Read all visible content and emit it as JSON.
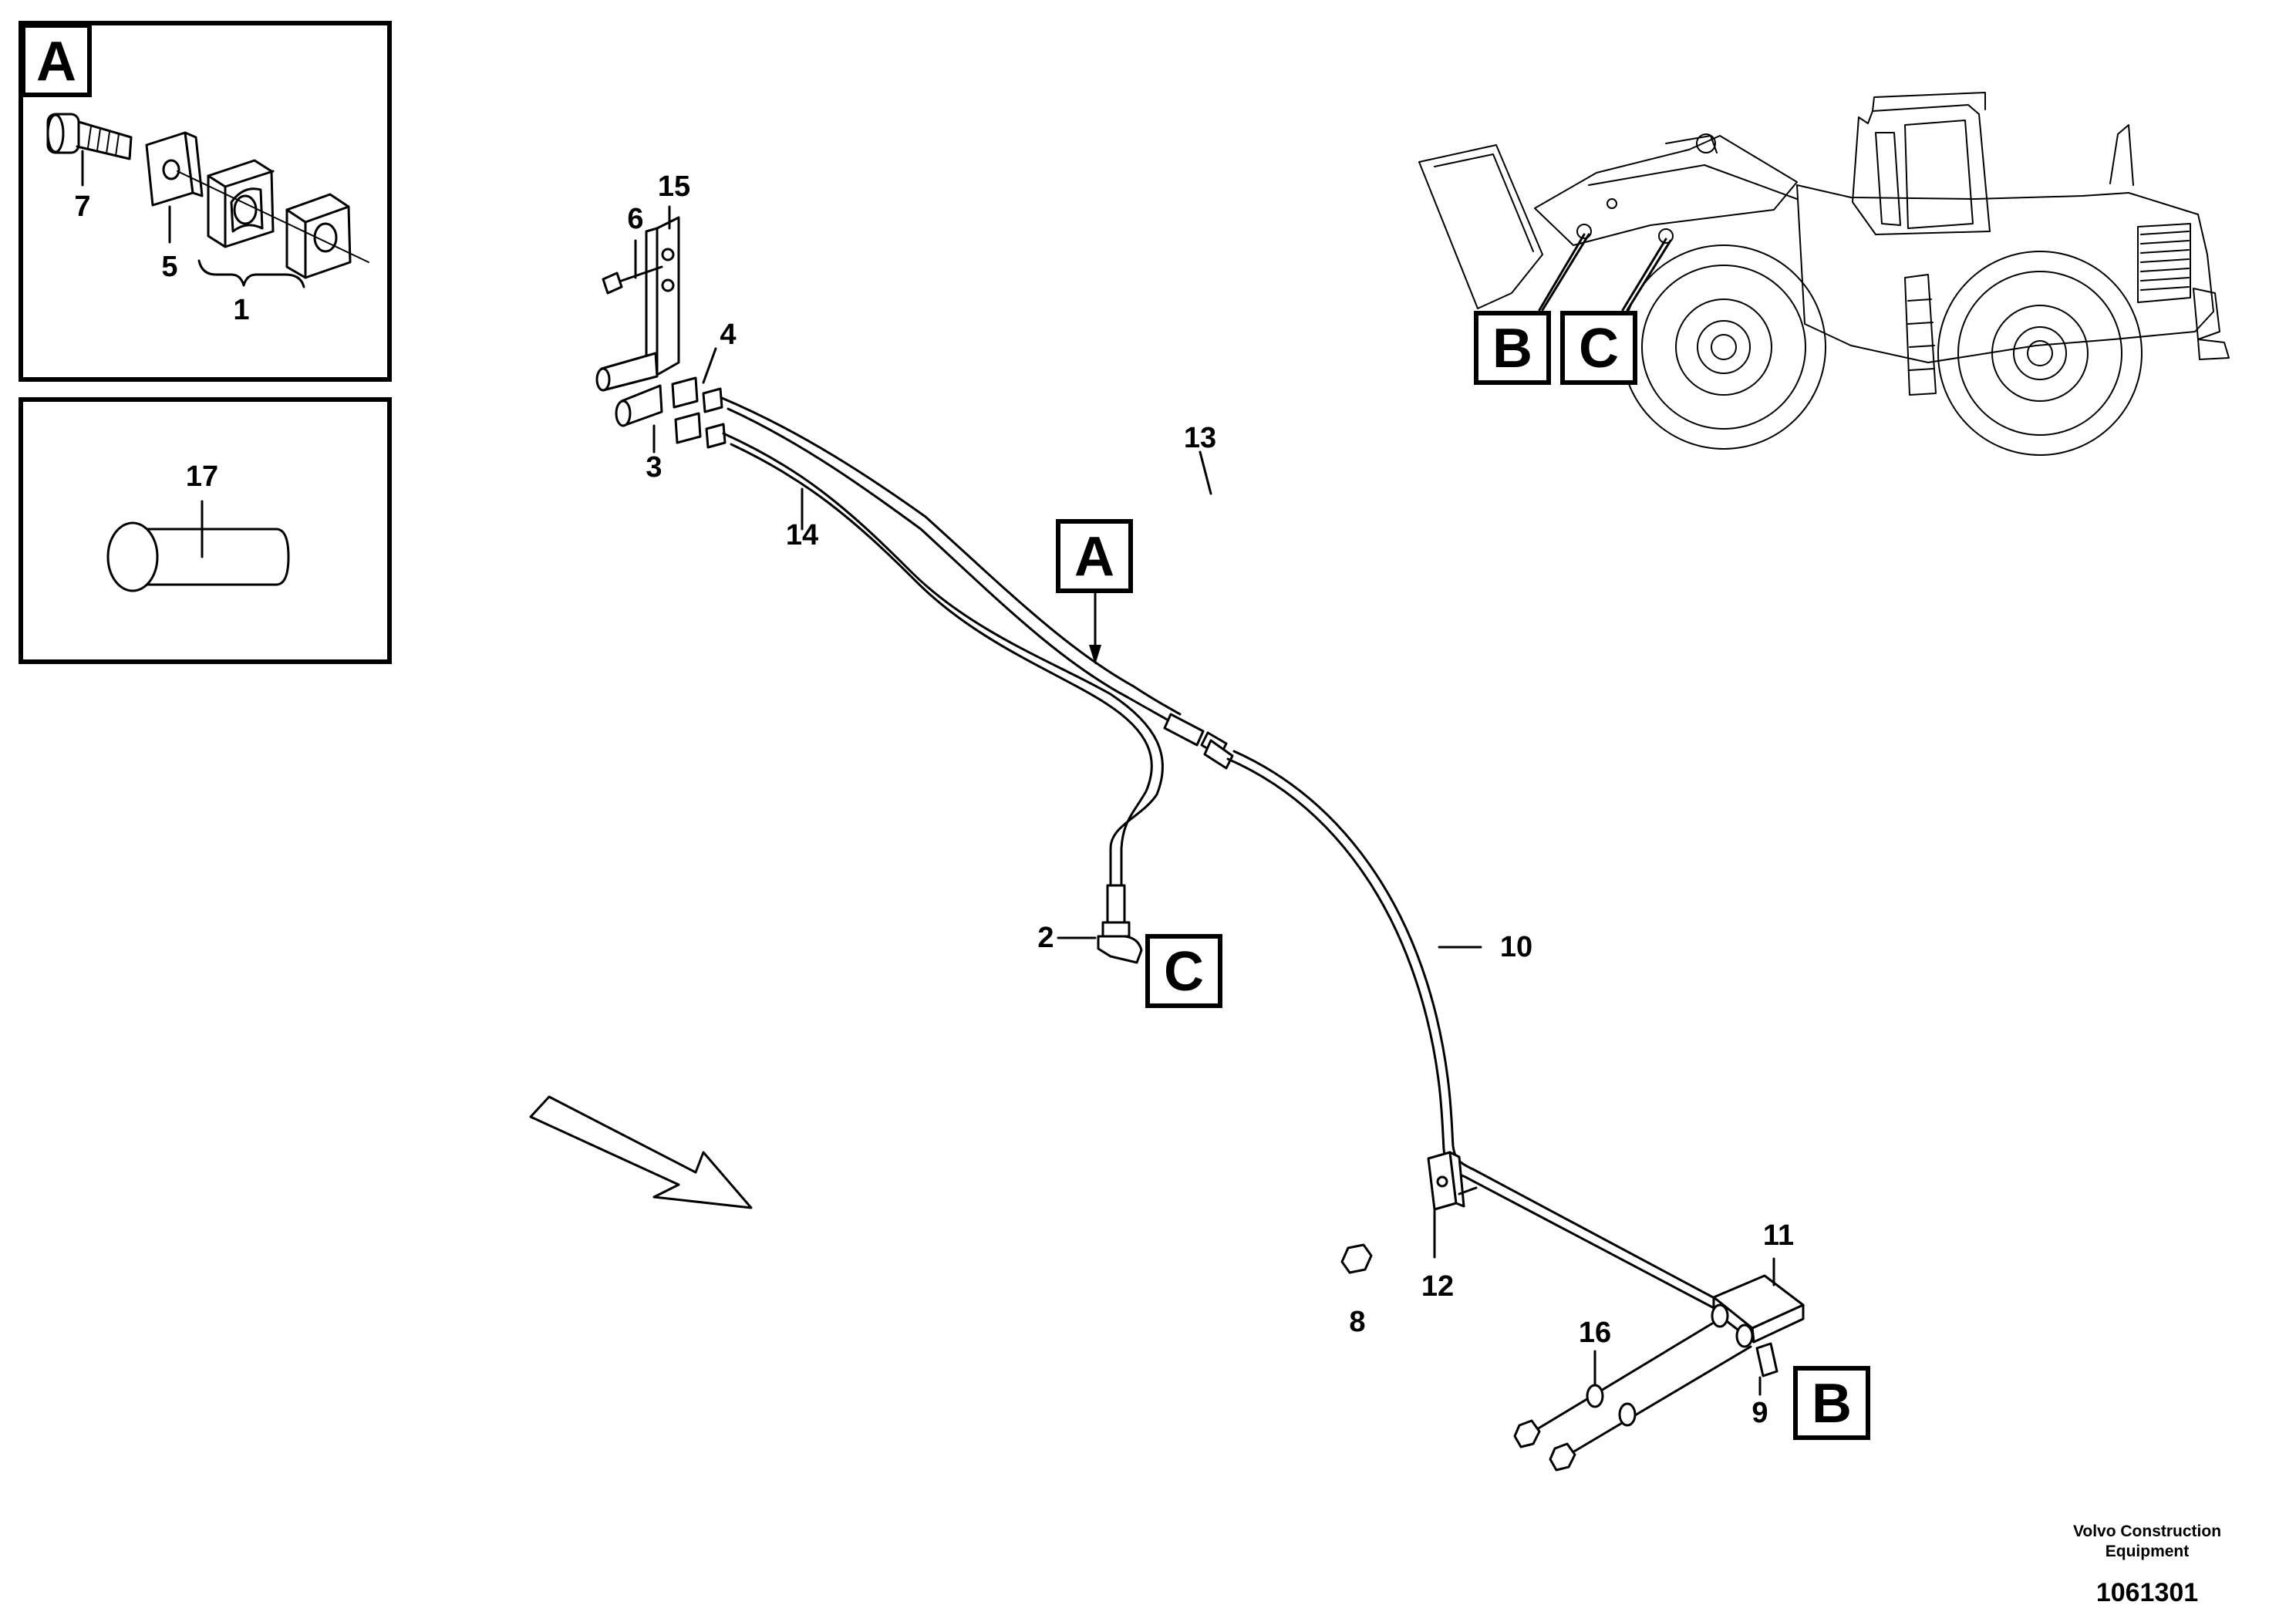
{
  "detail_views": {
    "a_box": {
      "letter": "A",
      "labels": {
        "p7": "7",
        "p5": "5",
        "p1": "1"
      }
    },
    "pin_box": {
      "labels": {
        "p17": "17"
      }
    }
  },
  "callouts": {
    "a": "A",
    "b": "B",
    "c": "C",
    "machine_b": "B",
    "machine_c": "C"
  },
  "part_labels": {
    "p15": "15",
    "p6": "6",
    "p4": "4",
    "p3": "3",
    "p13": "13",
    "p14": "14",
    "p2": "2",
    "p10": "10",
    "p11": "11",
    "p12": "12",
    "p8": "8",
    "p16": "16",
    "p9": "9"
  },
  "footer": {
    "credit_line1": "Volvo Construction",
    "credit_line2": "Equipment",
    "doc_number": "1061301"
  },
  "icons": [
    "direction-arrow-icon",
    "wheel-loader-illustration"
  ]
}
